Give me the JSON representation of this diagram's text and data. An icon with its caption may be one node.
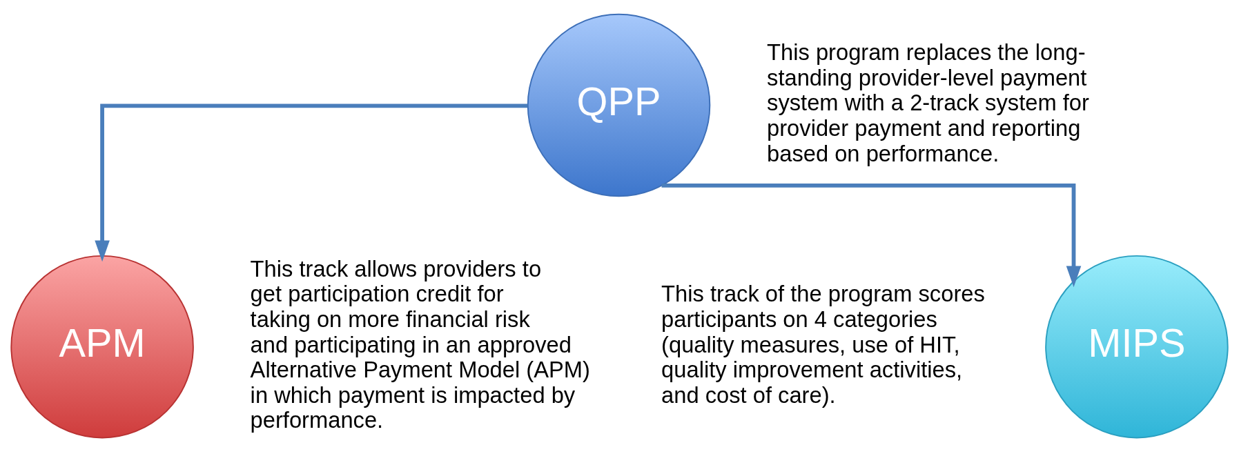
{
  "diagram": {
    "nodes": [
      {
        "text": [
          "QPP"
        ],
        "beside": [
          "This program replaces the long-standing provider-level payment system with a 2-track system for provider payment and reporting based on performance."
        ]
      },
      {
        "text": [
          "MIPS"
        ],
        "beside": [
          "This track of the program scores participants on 4 categories (quality measures, use of HIT, quality improvement activities, and cost of care)."
        ]
      },
      {
        "text": [
          "APM"
        ],
        "beside": [
          "This track allows providers to get participation credit for taking on more financial risk and participating in an approved Alternative Payment Model (APM) in which payment is impacted by performance."
        ]
      }
    ],
    "edges": [
      {
        "from": 0,
        "to": 1,
        "arrow": "to"
      },
      {
        "from": 0,
        "to": 2,
        "arrow": "to"
      }
    ]
  }
}
